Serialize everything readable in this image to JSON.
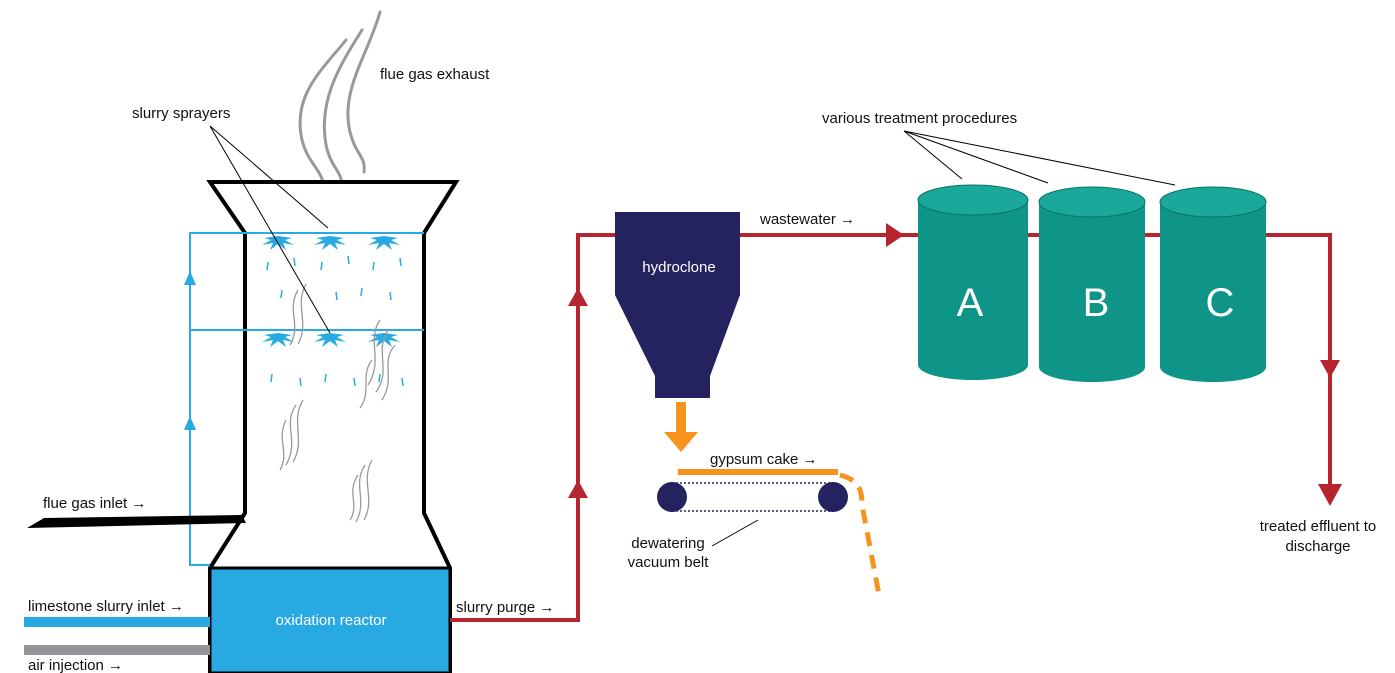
{
  "labels": {
    "flue_gas_exhaust": "flue gas exhaust",
    "slurry_sprayers": "slurry sprayers",
    "flue_gas_inlet": "flue gas inlet →",
    "limestone_slurry_inlet": "limestone slurry inlet →",
    "air_injection": "air injection →",
    "oxidation_reactor": "oxidation reactor",
    "slurry_purge": "slurry purge →",
    "hydroclone": "hydroclone",
    "wastewater": "wastewater →",
    "gypsum_cake": "gypsum cake →",
    "dewatering_vacuum_belt_line1": "dewatering",
    "dewatering_vacuum_belt_line2": "vacuum belt",
    "various_treatment_procedures": "various treatment procedures",
    "tank_a": "A",
    "tank_b": "B",
    "tank_c": "C",
    "treated_effluent_line1": "treated effluent to",
    "treated_effluent_line2": "discharge"
  },
  "colors": {
    "spray_blue": "#29a9e1",
    "reactor_blue": "#29a9e1",
    "purge_red": "#b5242f",
    "hydroclone_navy": "#252260",
    "gypsum_orange": "#f7941d",
    "tank_teal": "#0f9488",
    "tank_teal_dark": "#0b7268",
    "tank_teal_light": "#1aa89b",
    "air_gray": "#939598",
    "outline_black": "#000000"
  }
}
